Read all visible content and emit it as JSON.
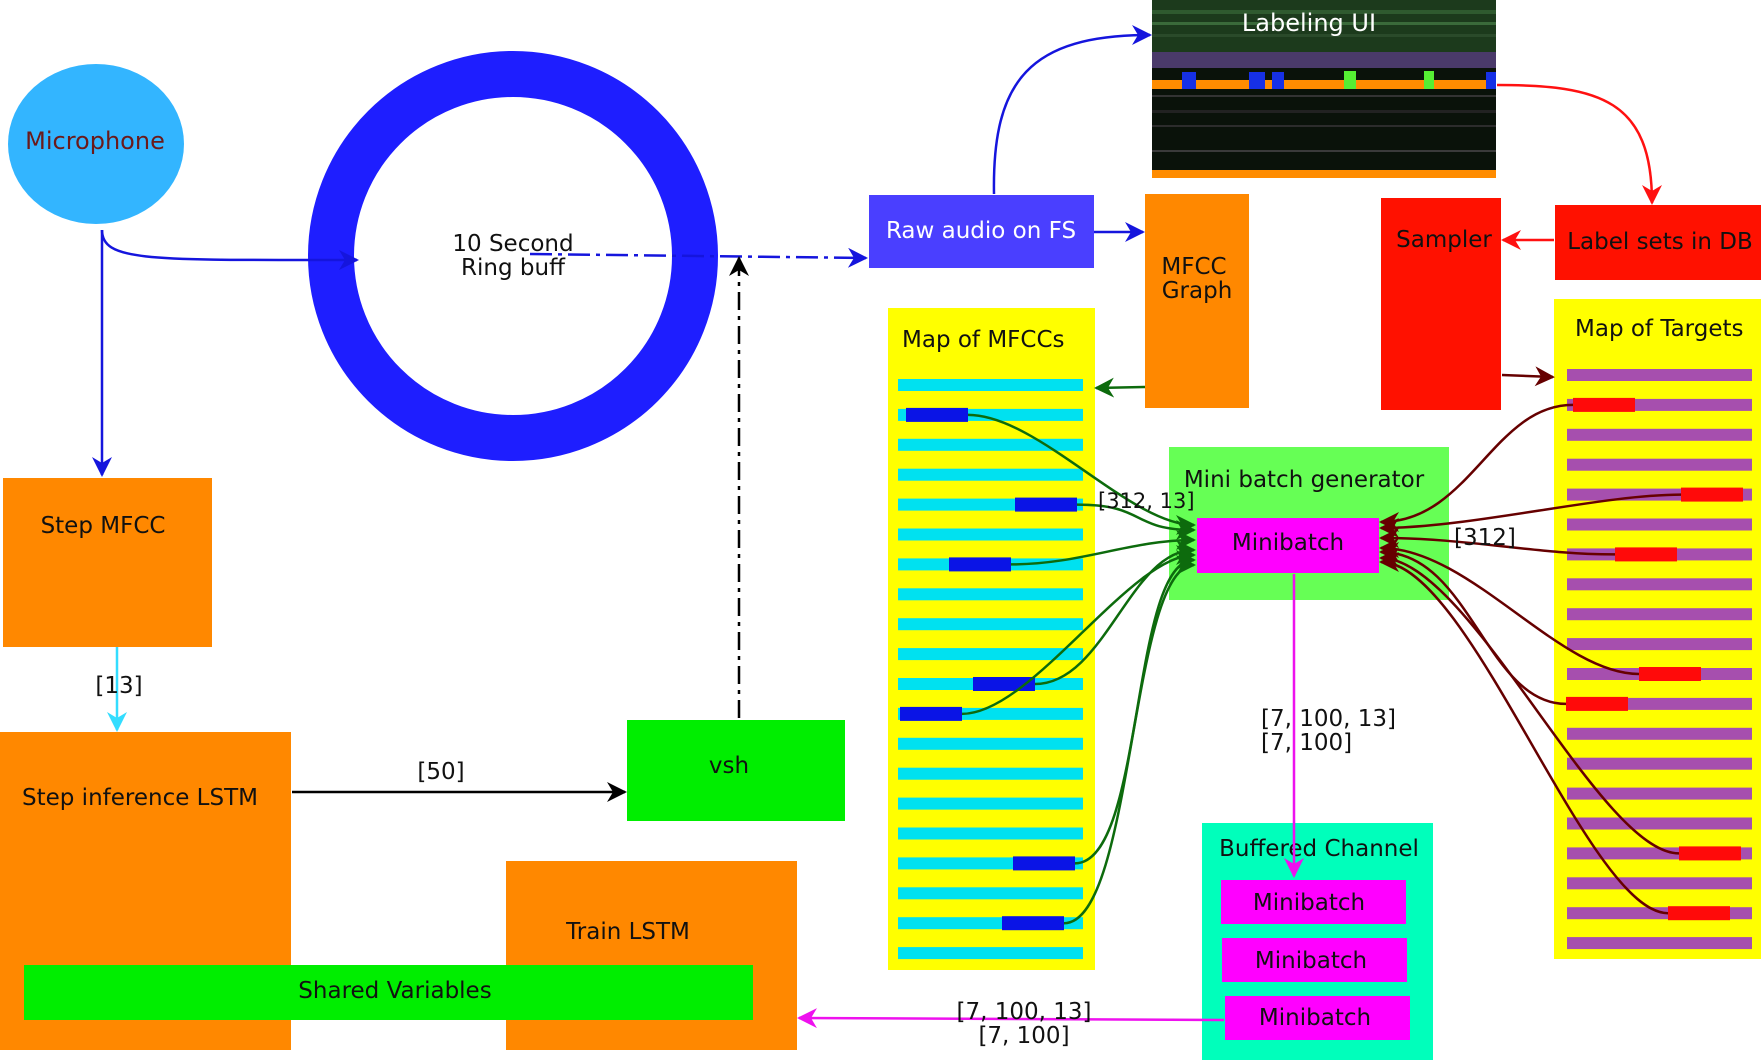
{
  "nodes": {
    "microphone": "Microphone",
    "ring_buffer": [
      "10 Second",
      "Ring buff"
    ],
    "raw_audio": "Raw audio on FS",
    "labeling_ui": "Labeling UI",
    "mfcc_graph": [
      "MFCC",
      "Graph"
    ],
    "sampler": "Sampler",
    "label_sets": "Label sets in DB",
    "map_of_mfccs": "Map of MFCCs",
    "map_of_targets": "Map of Targets",
    "mini_batch_generator": "Mini batch generator",
    "minibatch": "Minibatch",
    "buffered_channel": "Buffered Channel",
    "buffered_minibatches": [
      "Minibatch",
      "Minibatch",
      "Minibatch"
    ],
    "step_mfcc": "Step MFCC",
    "step_inference_lstm": "Step inference LSTM",
    "vsh": "vsh",
    "train_lstm": "Train LSTM",
    "shared_variables": "Shared Variables"
  },
  "edge_labels": {
    "mfcc_to_lstm": "[13]",
    "lstm_to_vsh": "[50]",
    "mfcc_shape": "[312, 13]",
    "target_shape": "[312]",
    "minibatch_shapes": [
      "[7, 100, 13]",
      "[7, 100]"
    ],
    "train_shapes": [
      "[7, 100, 13]",
      "[7, 100]"
    ]
  },
  "colors": {
    "microphone": "#33b5ff",
    "microphone_text": "#6b1a1a",
    "ring": "#1e1eff",
    "raw_audio": "#4a3fff",
    "orange": "#ff8800",
    "red": "#ff1100",
    "yellow": "#ffff00",
    "cyan_bar": "#00e1f0",
    "blue_segment": "#0a14e6",
    "purple_bar": "#a64fae",
    "red_segment": "#ff0a0a",
    "light_green": "#66ff55",
    "bright_green": "#00ee00",
    "magenta": "#ff00ff",
    "aqua": "#00ffbb",
    "arrow_blue": "#1515dd",
    "arrow_red": "#ff1111",
    "arrow_darkred": "#660000",
    "arrow_green": "#0d6b0d",
    "arrow_cyan": "#33ddff",
    "arrow_magenta": "#ee11ee"
  }
}
